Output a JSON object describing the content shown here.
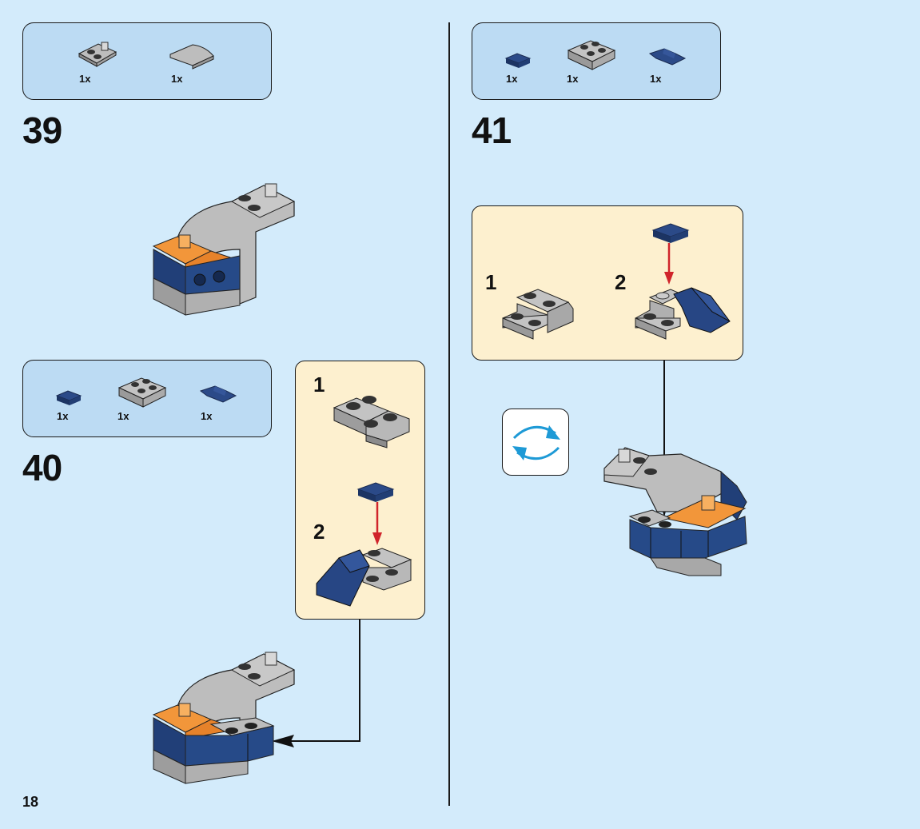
{
  "page": {
    "number": "18"
  },
  "colors": {
    "background": "#d3ebfb",
    "parts_box": "#bcdbf3",
    "sub_box": "#fdf0cf",
    "brick_grey": "#b4b4b4",
    "brick_blue": "#213f78",
    "brick_orange": "#f2963a",
    "arrow_red": "#d0242b",
    "rotate_icon": "#1e9ad6"
  },
  "steps": [
    {
      "number": "39",
      "parts": [
        {
          "name": "grey-plate-2x2-with-clip",
          "qty": "1x"
        },
        {
          "name": "grey-curved-slope",
          "qty": "1x"
        }
      ]
    },
    {
      "number": "40",
      "parts": [
        {
          "name": "blue-tile-1x1",
          "qty": "1x"
        },
        {
          "name": "grey-plate-2x2-with-studs",
          "qty": "1x"
        },
        {
          "name": "blue-slope",
          "qty": "1x"
        }
      ],
      "substeps": [
        {
          "number": "1"
        },
        {
          "number": "2"
        }
      ]
    },
    {
      "number": "41",
      "parts": [
        {
          "name": "blue-tile-1x1",
          "qty": "1x"
        },
        {
          "name": "grey-plate-2x2-with-studs",
          "qty": "1x"
        },
        {
          "name": "blue-slope",
          "qty": "1x"
        }
      ],
      "substeps": [
        {
          "number": "1"
        },
        {
          "number": "2"
        }
      ],
      "rotate_icon": "rotate-model-icon"
    }
  ]
}
